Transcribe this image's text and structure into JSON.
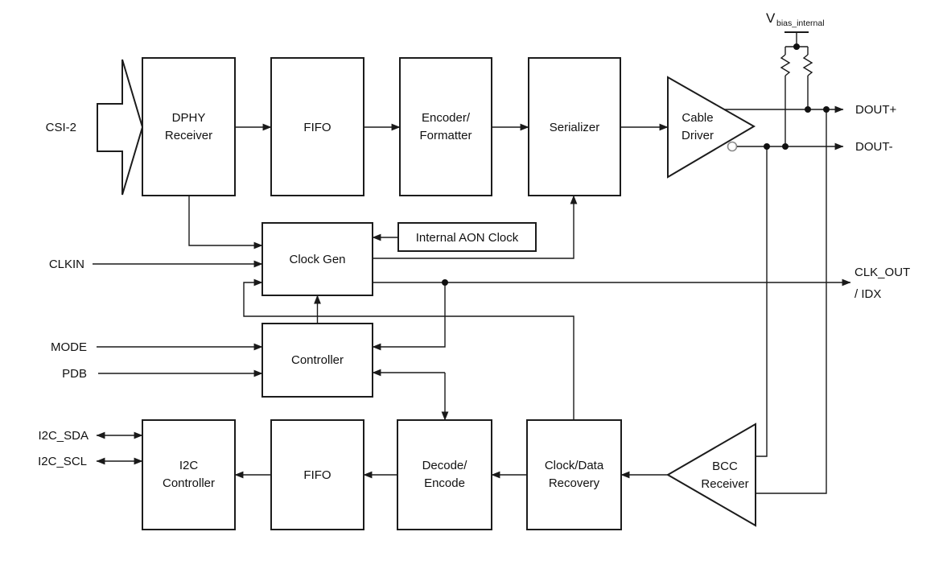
{
  "blocks": {
    "dphy_receiver": {
      "line1": "DPHY",
      "line2": "Receiver"
    },
    "fifo_top": {
      "label": "FIFO"
    },
    "encoder_formatter": {
      "line1": "Encoder/",
      "line2": "Formatter"
    },
    "serializer": {
      "label": "Serializer"
    },
    "cable_driver": {
      "line1": "Cable",
      "line2": "Driver"
    },
    "internal_aon_clock": {
      "label": "Internal AON Clock"
    },
    "clock_gen": {
      "label": "Clock Gen"
    },
    "controller": {
      "label": "Controller"
    },
    "i2c_controller": {
      "line1": "I2C",
      "line2": "Controller"
    },
    "fifo_bottom": {
      "label": "FIFO"
    },
    "decode_encode": {
      "line1": "Decode/",
      "line2": "Encode"
    },
    "clock_data_recovery": {
      "line1": "Clock/Data",
      "line2": "Recovery"
    },
    "bcc_receiver": {
      "line1": "BCC",
      "line2": "Receiver"
    }
  },
  "ports": {
    "csi2": {
      "label": "CSI-2"
    },
    "clkin": {
      "label": "CLKIN"
    },
    "mode": {
      "label": "MODE"
    },
    "pdb": {
      "label": "PDB"
    },
    "i2c_sda": {
      "label": "I2C_SDA"
    },
    "i2c_scl": {
      "label": "I2C_SCL"
    },
    "dout_plus": {
      "label": "DOUT+"
    },
    "dout_minus": {
      "label": "DOUT-"
    },
    "clk_out": {
      "label": "CLK_OUT",
      "label2": "/ IDX"
    },
    "vbias": {
      "base": "V",
      "subscript": "bias_internal"
    }
  },
  "colors": {
    "line": "#1a1a1a",
    "background": "#ffffff"
  }
}
